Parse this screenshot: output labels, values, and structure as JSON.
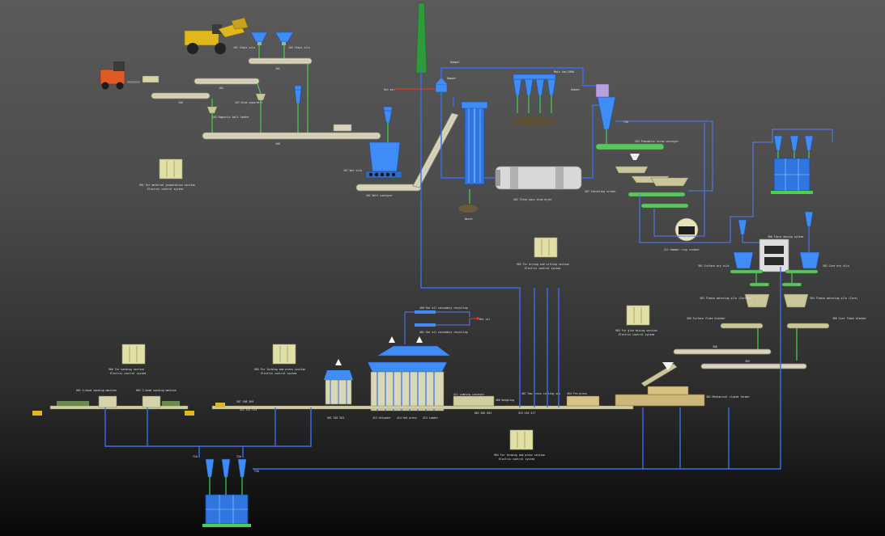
{
  "diagram": {
    "control_panels": [
      {
        "id": "cp-material",
        "text": "901 For material preparation section\nElectric control system"
      },
      {
        "id": "cp-drying",
        "text": "902 For drying and sifting section\nElectric control system"
      },
      {
        "id": "cp-glue",
        "text": "903 For glue mixing section\nElectric control system"
      },
      {
        "id": "cp-forming",
        "text": "904 For forming and press section\nElectric control system"
      },
      {
        "id": "cp-forming2",
        "text": "905 For forming and press section\nElectric control system"
      },
      {
        "id": "cp-sanding",
        "text": "906 For sanding section\nElectric control system"
      }
    ],
    "labels": {
      "chips_silo_1": "102 Chips silo",
      "chips_silo_2": "103 Chips silo",
      "magnetic_belt": "105 Magnetic belt feeder",
      "conveyor_101": "101",
      "conveyor_104": "104",
      "conveyor_106": "106",
      "conveyor_108": "108",
      "wet_silo": "207 Wet silo",
      "belt_conveyor": "201 Belt conveyor",
      "three_pass_dryer": "202 Three pass drum dryer",
      "hot_air_1": "Hot air",
      "damper_1": "Damper",
      "damper_2": "Damper",
      "damper_3": "Damper",
      "main_fan": "Main fan/200b",
      "screw_conveyor": "203 Pneumatic screw conveyor",
      "vibrating_screen": "207 Vibrating screen",
      "hammer_ring": "211 Hammer ring crusher",
      "waste": "Waste",
      "fibre_sizing": "300 Fibre dosing system",
      "surface_bin": "301 Surface dry silo",
      "core_bin": "302 Core dry silo",
      "flakes_metering_surface": "303 Flakes metering silo (Surface)",
      "flakes_metering_core": "304 Flakes metering silo (Core)",
      "surface_blender": "305 Surface flake blender",
      "core_blender": "306 Core flake blender",
      "hot_oil_1": "400 Hot oil secondary recycling",
      "hot_oil_2": "401 Hot oil secondary recycling",
      "hot_oil_in": "Hot oil",
      "mech_former": "401 Mechanical closed former",
      "pre_press": "404 Pre-press",
      "weighing": "406 Weighing",
      "loading_conveyor": "411 Loading conveyor",
      "unloader": "415 Unloader",
      "hot_press": "414 Hot press",
      "loader": "413 Loader",
      "saw_cross": "407 Saw cross cutting saw",
      "sanding_1": "601 4-head sanding machine",
      "sanding_2": "602 2-head sanding machine",
      "t1": "T10",
      "t2": "T20",
      "t3": "T30",
      "t4": "T40",
      "small_codes_a": "501  502  503",
      "small_codes_b": "601  602  603",
      "small_codes_c": "507  508  509",
      "small_codes_d": "511  512  513",
      "small_codes_e": "415  416  417"
    }
  }
}
